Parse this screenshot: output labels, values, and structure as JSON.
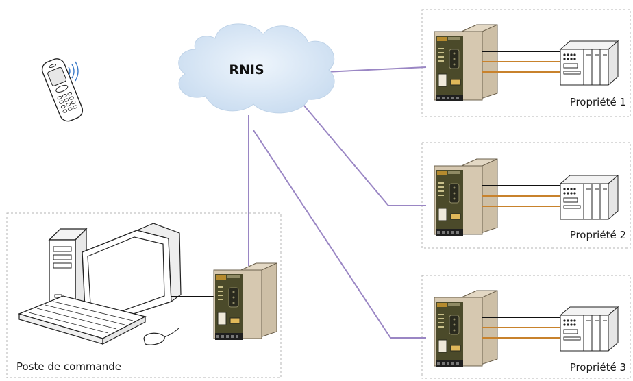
{
  "network": {
    "label": "RNIS"
  },
  "control_station": {
    "label": "Poste de commande"
  },
  "properties": [
    {
      "label": "Propriété 1"
    },
    {
      "label": "Propriété 2"
    },
    {
      "label": "Propriété 3"
    }
  ],
  "colors": {
    "link": "#9a86c4",
    "cloud_fill": "#dbe8f6",
    "modem_body": "#d6c8b0",
    "modem_panel": "#4b4a2a",
    "cable_orange": "#c8822c",
    "cable_black": "#111111",
    "frame_dotted": "#b5b5b5"
  },
  "icons": {
    "mobile": "mobile-phone-icon",
    "computer": "desktop-computer-icon",
    "modem": "isdn-modem-icon",
    "plc": "plc-controller-icon"
  }
}
